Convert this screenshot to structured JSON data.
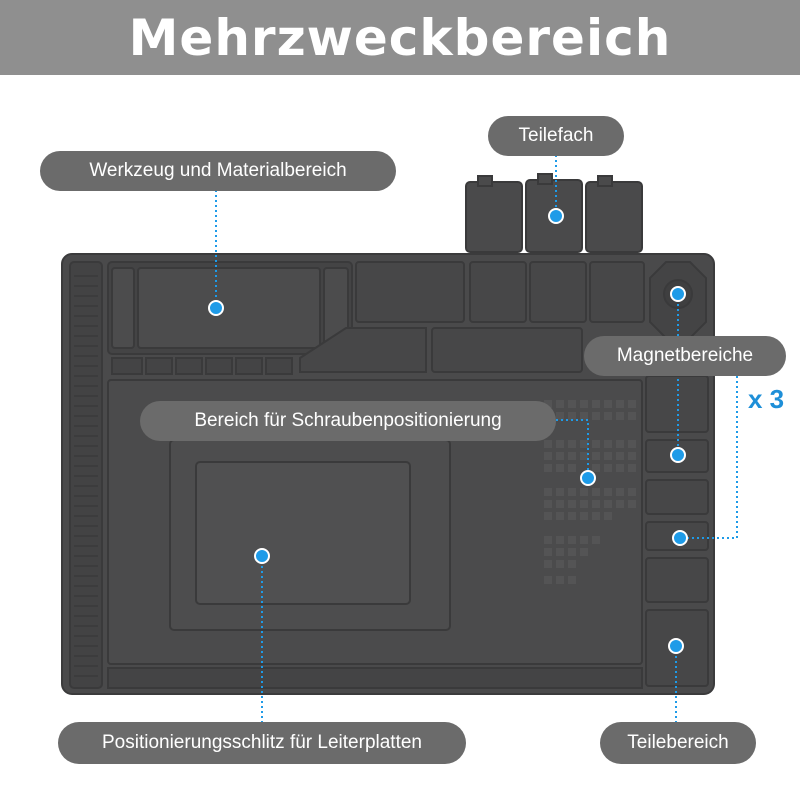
{
  "banner": {
    "title": "Mehrzweckbereich"
  },
  "callouts": {
    "tool_material": "Werkzeug und Materialbereich",
    "parts_tray": "Teilefach",
    "magnetic": "Magnetbereiche",
    "magnetic_count": "x 3",
    "screw_positioning": "Bereich für Schraubenpositionierung",
    "pcb_slot": "Positionierungsschlitz für Leiterplatten",
    "parts_area": "Teilebereich"
  },
  "colors": {
    "banner": "#8f8f8f",
    "pill": "#6b6b6b",
    "mat": "#4a4a4b",
    "accent": "#1e9be8"
  }
}
